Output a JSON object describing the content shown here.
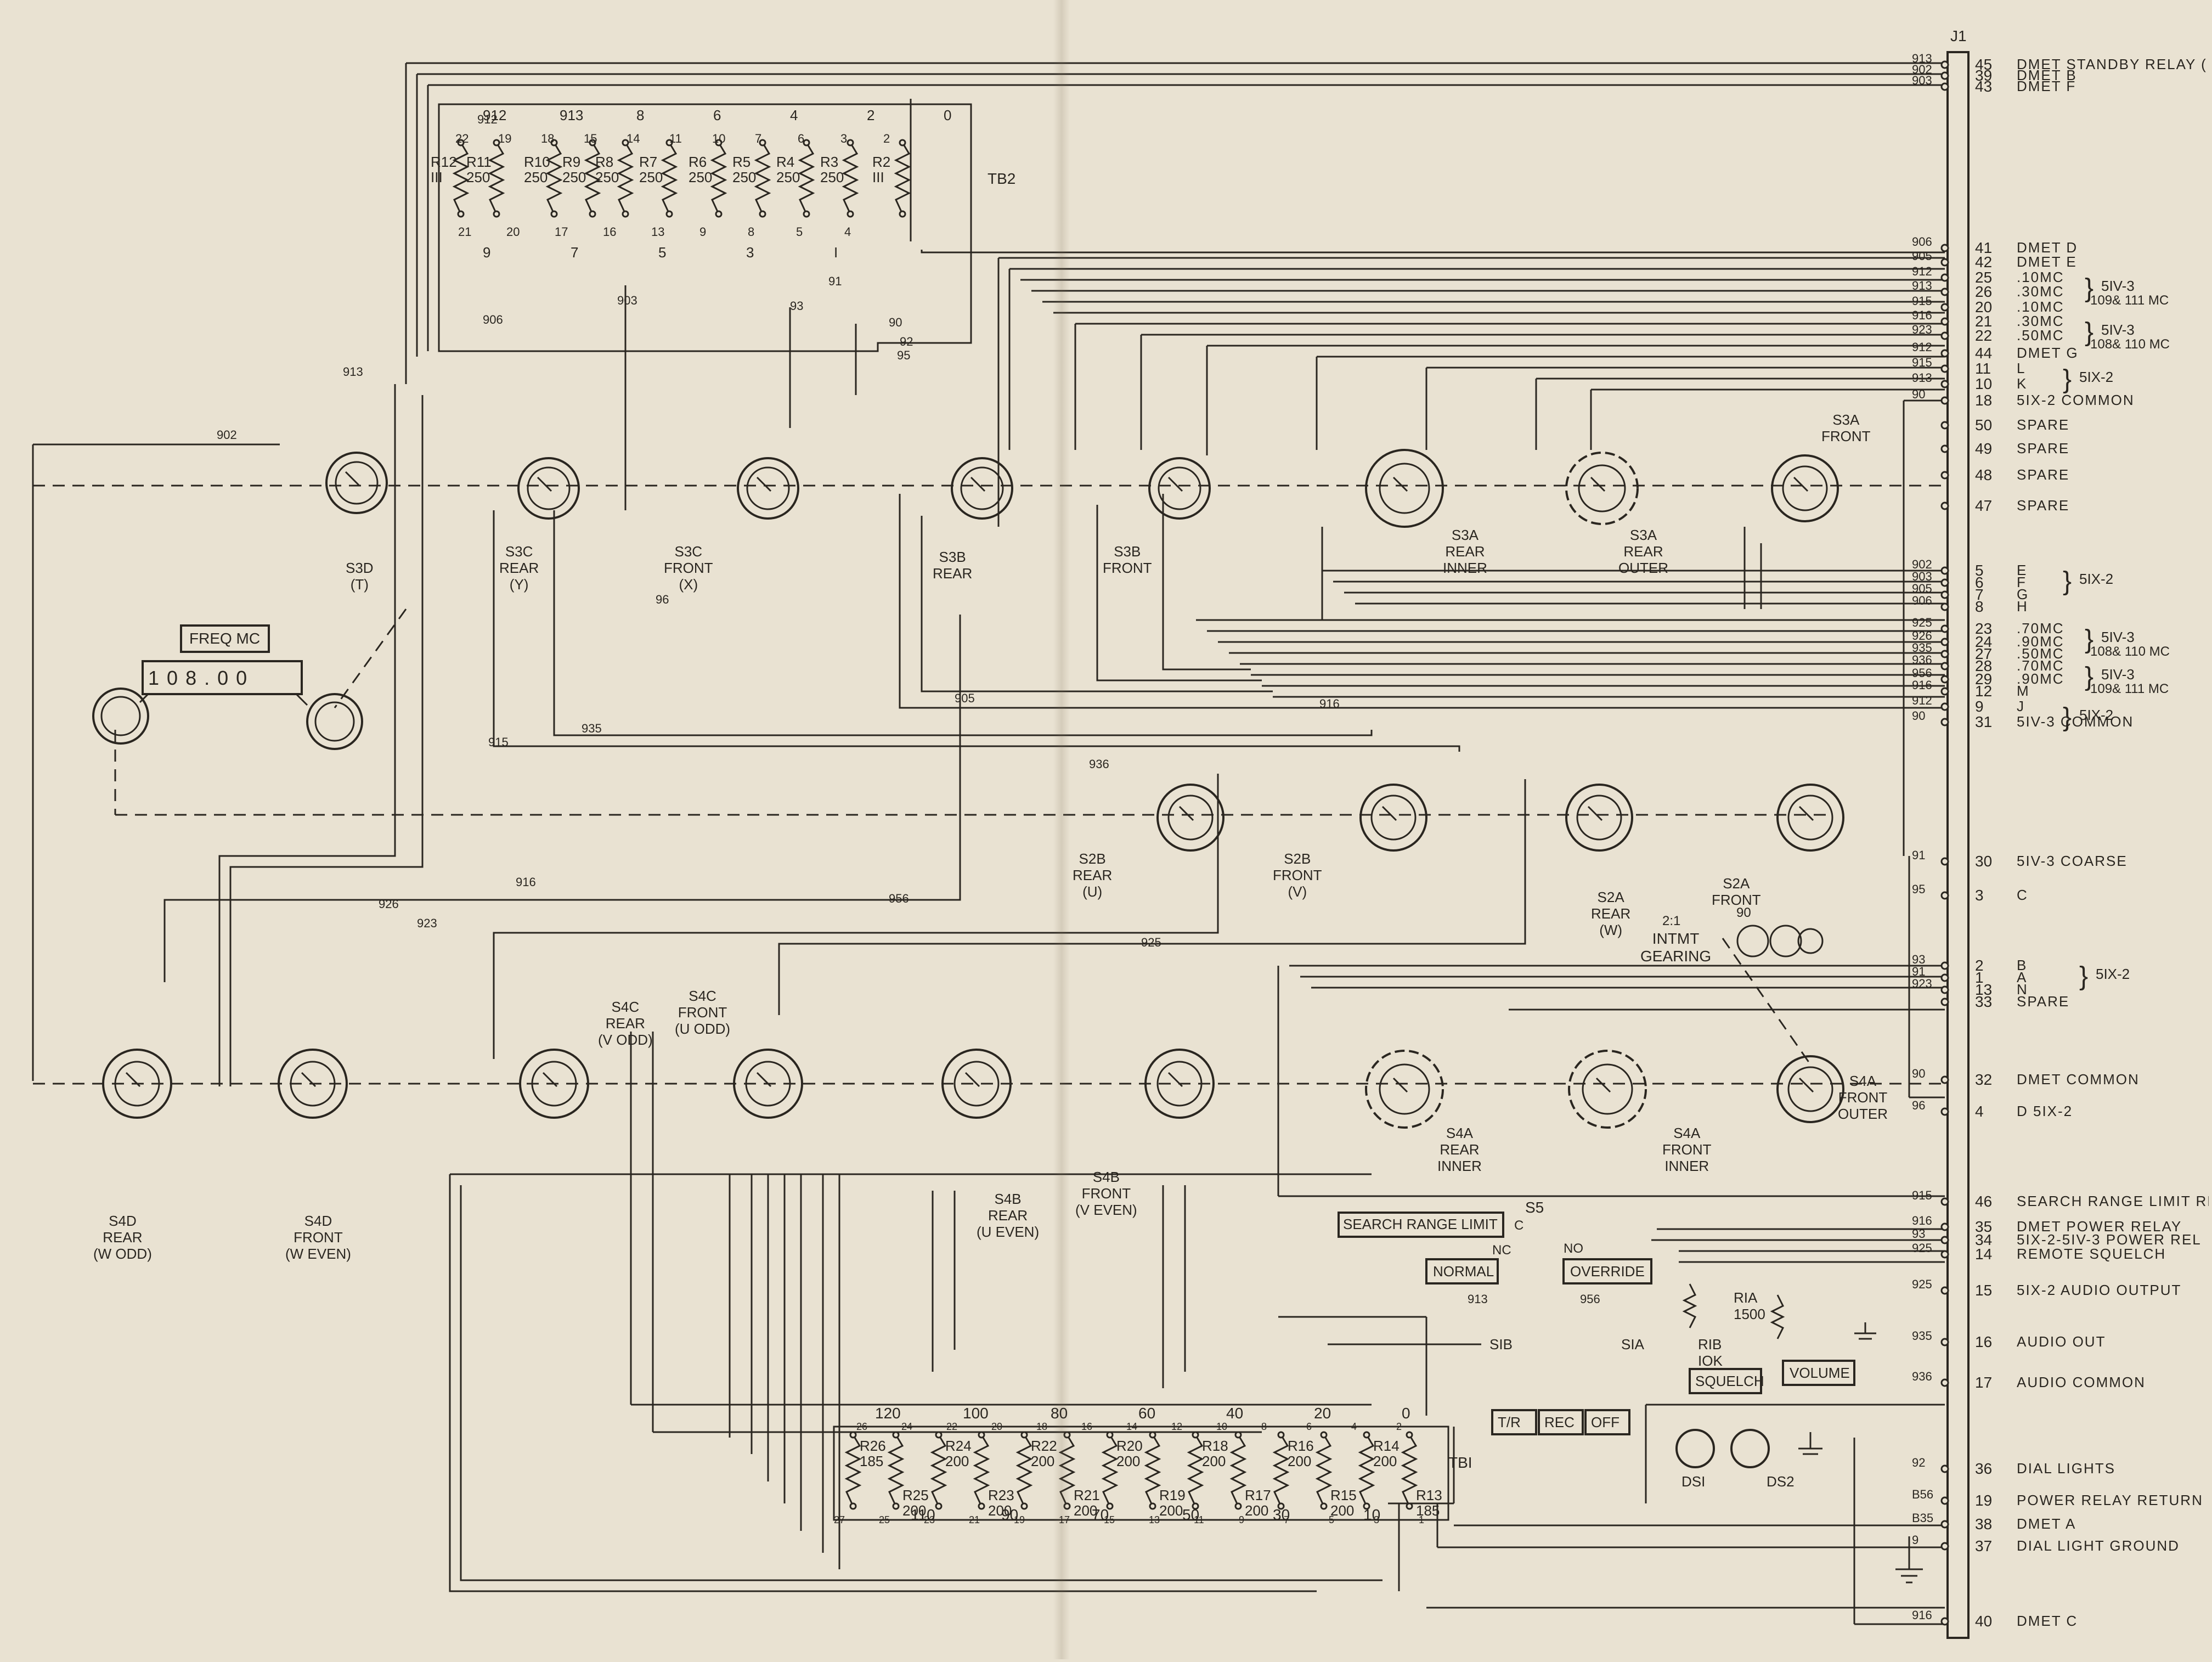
{
  "connector": {
    "title": "J1",
    "rows": [
      {
        "wire": "913",
        "pin": "45",
        "label": "DMET STANDBY RELAY ("
      },
      {
        "wire": "902",
        "pin": "39",
        "label": "DMET B"
      },
      {
        "wire": "903",
        "pin": "43",
        "label": "DMET F"
      },
      {
        "wire": "906",
        "pin": "41",
        "label": "DMET D"
      },
      {
        "wire": "905",
        "pin": "42",
        "label": "DMET E"
      },
      {
        "wire": "912",
        "pin": "25",
        "label": ".10MC"
      },
      {
        "wire": "913",
        "pin": "26",
        "label": ".30MC"
      },
      {
        "wire": "915",
        "pin": "20",
        "label": ".10MC"
      },
      {
        "wire": "916",
        "pin": "21",
        "label": ".30MC"
      },
      {
        "wire": "923",
        "pin": "22",
        "label": ".50MC"
      },
      {
        "wire": "912",
        "pin": "44",
        "label": "DMET G"
      },
      {
        "wire": "915",
        "pin": "11",
        "label": "L"
      },
      {
        "wire": "913",
        "pin": "10",
        "label": "K"
      },
      {
        "wire": "90",
        "pin": "18",
        "label": "5IX-2 COMMON"
      },
      {
        "wire": "",
        "pin": "50",
        "label": "SPARE"
      },
      {
        "wire": "",
        "pin": "49",
        "label": "SPARE"
      },
      {
        "wire": "",
        "pin": "48",
        "label": "SPARE"
      },
      {
        "wire": "",
        "pin": "47",
        "label": "SPARE"
      },
      {
        "wire": "902",
        "pin": "5",
        "label": "E"
      },
      {
        "wire": "903",
        "pin": "6",
        "label": "F"
      },
      {
        "wire": "905",
        "pin": "7",
        "label": "G"
      },
      {
        "wire": "906",
        "pin": "8",
        "label": "H"
      },
      {
        "wire": "925",
        "pin": "23",
        "label": ".70MC"
      },
      {
        "wire": "926",
        "pin": "24",
        "label": ".90MC"
      },
      {
        "wire": "935",
        "pin": "27",
        "label": ".50MC"
      },
      {
        "wire": "936",
        "pin": "28",
        "label": ".70MC"
      },
      {
        "wire": "956",
        "pin": "29",
        "label": ".90MC"
      },
      {
        "wire": "916",
        "pin": "12",
        "label": "M"
      },
      {
        "wire": "912",
        "pin": "9",
        "label": "J"
      },
      {
        "wire": "90",
        "pin": "31",
        "label": "5IV-3 COMMON"
      },
      {
        "wire": "91",
        "pin": "30",
        "label": "5IV-3 COARSE"
      },
      {
        "wire": "95",
        "pin": "3",
        "label": "C"
      },
      {
        "wire": "93",
        "pin": "2",
        "label": "B"
      },
      {
        "wire": "91",
        "pin": "1",
        "label": "A"
      },
      {
        "wire": "923",
        "pin": "13",
        "label": "N"
      },
      {
        "wire": "",
        "pin": "33",
        "label": "SPARE"
      },
      {
        "wire": "90",
        "pin": "32",
        "label": "DMET COMMON"
      },
      {
        "wire": "96",
        "pin": "4",
        "label": "D 5IX-2"
      },
      {
        "wire": "915",
        "pin": "46",
        "label": "SEARCH RANGE LIMIT REL"
      },
      {
        "wire": "916",
        "pin": "35",
        "label": "DMET POWER RELAY"
      },
      {
        "wire": "93",
        "pin": "34",
        "label": "5IX-2-5IV-3 POWER REL"
      },
      {
        "wire": "925",
        "pin": "14",
        "label": "REMOTE SQUELCH"
      },
      {
        "wire": "925",
        "pin": "15",
        "label": "5IX-2 AUDIO OUTPUT"
      },
      {
        "wire": "935",
        "pin": "16",
        "label": "AUDIO OUT"
      },
      {
        "wire": "936",
        "pin": "17",
        "label": "AUDIO COMMON"
      },
      {
        "wire": "92",
        "pin": "36",
        "label": "DIAL LIGHTS"
      },
      {
        "wire": "B56",
        "pin": "19",
        "label": "POWER RELAY RETURN"
      },
      {
        "wire": "B35",
        "pin": "38",
        "label": "DMET A"
      },
      {
        "wire": "9",
        "pin": "37",
        "label": "DIAL LIGHT GROUND"
      },
      {
        "wire": "916",
        "pin": "40",
        "label": "DMET C"
      }
    ],
    "groups": [
      {
        "label": "5IV-3",
        "sub": "109& 111 MC"
      },
      {
        "label": "5IV-3",
        "sub": "108& 110 MC"
      },
      {
        "label": "5IX-2",
        "sub": ""
      },
      {
        "label": "5IX-2",
        "sub": ""
      },
      {
        "label": "5IV-3",
        "sub": "108& 110 MC"
      },
      {
        "label": "5IV-3",
        "sub": "109& 111 MC"
      },
      {
        "label": "5IX-2",
        "sub": ""
      },
      {
        "label": "5IX-2",
        "sub": ""
      }
    ]
  },
  "tb2": {
    "label": "TB2",
    "resistors": [
      {
        "name": "R12",
        "value": "III"
      },
      {
        "name": "R11",
        "value": "250"
      },
      {
        "name": "R10",
        "value": "250"
      },
      {
        "name": "R9",
        "value": "250"
      },
      {
        "name": "R8",
        "value": "250"
      },
      {
        "name": "R7",
        "value": "250"
      },
      {
        "name": "R6",
        "value": "250"
      },
      {
        "name": "R5",
        "value": "250"
      },
      {
        "name": "R4",
        "value": "250"
      },
      {
        "name": "R3",
        "value": "250"
      },
      {
        "name": "R2",
        "value": "III"
      }
    ],
    "top_terms": [
      "22",
      "19",
      "18",
      "15",
      "14",
      "11",
      "10",
      "7",
      "6",
      "3",
      "2"
    ],
    "bottom_terms": [
      "21",
      "20",
      "17",
      "16",
      "13",
      "9",
      "8",
      "5",
      "4"
    ],
    "steps_top": [
      "912",
      "913",
      "8",
      "6",
      "4",
      "2",
      "0"
    ],
    "steps_bottom": [
      "9",
      "7",
      "5",
      "3",
      "I"
    ]
  },
  "tb1": {
    "label": "TBI",
    "resistors": [
      {
        "name": "R26",
        "value": "185"
      },
      {
        "name": "R25",
        "value": "200"
      },
      {
        "name": "R24",
        "value": "200"
      },
      {
        "name": "R23",
        "value": "200"
      },
      {
        "name": "R22",
        "value": "200"
      },
      {
        "name": "R21",
        "value": "200"
      },
      {
        "name": "R20",
        "value": "200"
      },
      {
        "name": "R19",
        "value": "200"
      },
      {
        "name": "R18",
        "value": "200"
      },
      {
        "name": "R17",
        "value": "200"
      },
      {
        "name": "R16",
        "value": "200"
      },
      {
        "name": "R15",
        "value": "200"
      },
      {
        "name": "R14",
        "value": "200"
      },
      {
        "name": "R13",
        "value": "185"
      }
    ],
    "steps_top": [
      "120",
      "100",
      "80",
      "60",
      "40",
      "20",
      "0"
    ],
    "steps_bottom": [
      "110",
      "90",
      "70",
      "50",
      "30",
      "10"
    ],
    "terms": [
      "27",
      "26",
      "25",
      "24",
      "23",
      "22",
      "21",
      "20",
      "19",
      "18",
      "17",
      "16",
      "15",
      "14",
      "13",
      "12",
      "11",
      "10",
      "9",
      "8",
      "7",
      "6",
      "5",
      "4",
      "3",
      "2",
      "1"
    ]
  },
  "switches": [
    {
      "name": "S3D",
      "sub": "(T)"
    },
    {
      "name": "S3C",
      "sub": "REAR",
      "tag": "(Y)"
    },
    {
      "name": "S3C",
      "sub": "FRONT",
      "tag": "(X)"
    },
    {
      "name": "S3B",
      "sub": "REAR",
      "tag": ""
    },
    {
      "name": "S3B",
      "sub": "FRONT",
      "tag": ""
    },
    {
      "name": "S3A",
      "sub": "REAR",
      "tag": "INNER"
    },
    {
      "name": "S3A",
      "sub": "REAR",
      "tag": "OUTER"
    },
    {
      "name": "S3A",
      "sub": "FRONT",
      "tag": ""
    },
    {
      "name": "S2B",
      "sub": "REAR",
      "tag": "(U)"
    },
    {
      "name": "S2B",
      "sub": "FRONT",
      "tag": "(V)"
    },
    {
      "name": "S2A",
      "sub": "REAR",
      "tag": "(W)"
    },
    {
      "name": "S2A",
      "sub": "FRONT",
      "tag": ""
    },
    {
      "name": "S4D",
      "sub": "REAR",
      "tag": "(W ODD)"
    },
    {
      "name": "S4D",
      "sub": "FRONT",
      "tag": "(W EVEN)"
    },
    {
      "name": "S4C",
      "sub": "REAR",
      "tag": "(V ODD)"
    },
    {
      "name": "S4C",
      "sub": "FRONT",
      "tag": "(U ODD)"
    },
    {
      "name": "S4B",
      "sub": "REAR",
      "tag": "(U EVEN)"
    },
    {
      "name": "S4B",
      "sub": "FRONT",
      "tag": "(V EVEN)"
    },
    {
      "name": "S4A",
      "sub": "REAR",
      "tag": "INNER"
    },
    {
      "name": "S4A",
      "sub": "FRONT",
      "tag": "INNER"
    },
    {
      "name": "S4A",
      "sub": "FRONT",
      "tag": "OUTER"
    }
  ],
  "freq_display": {
    "label": "FREQ MC",
    "digits": [
      "1",
      "0",
      "8",
      "0",
      "0"
    ],
    "sep": "."
  },
  "intmt": {
    "line1": "INTMT",
    "line2": "GEARING",
    "wire": "90",
    "pin": "2:1"
  },
  "controls": {
    "search_range_limit": "SEARCH RANGE LIMIT",
    "s5": "S5",
    "normal": "NORMAL",
    "override": "OVERRIDE",
    "tr": "T/R",
    "rec": "REC",
    "off": "OFF",
    "sib": "SIB",
    "sia": "SIA",
    "squelch": "SQUELCH",
    "volume": "VOLUME",
    "r1a": "RIA",
    "r1a_val": "1500",
    "r1b": "RIB",
    "r1b_val": "IOK",
    "ds1": "DSI",
    "ds2": "DS2",
    "c": "C",
    "nc": "NC",
    "no": "NO",
    "wire956": "956",
    "wire913": "913"
  },
  "wire_labels": [
    "913",
    "902",
    "912",
    "906",
    "903",
    "93",
    "91",
    "90",
    "92",
    "95",
    "96",
    "915",
    "935",
    "926",
    "923",
    "916",
    "956",
    "925",
    "905",
    "936",
    "916"
  ]
}
